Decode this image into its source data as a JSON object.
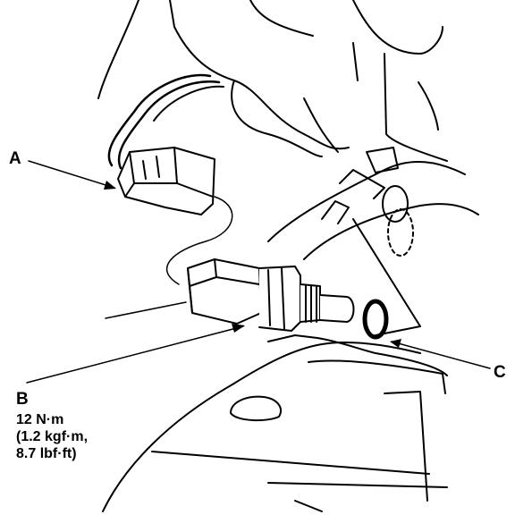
{
  "callouts": {
    "a": "A",
    "b": "B",
    "c": "C"
  },
  "torque_spec": {
    "line1": "12 N·m",
    "line2": "(1.2 kgf·m,",
    "line3": "8.7 lbf·ft)"
  },
  "colors": {
    "ink": "#000000",
    "paper": "#ffffff"
  }
}
